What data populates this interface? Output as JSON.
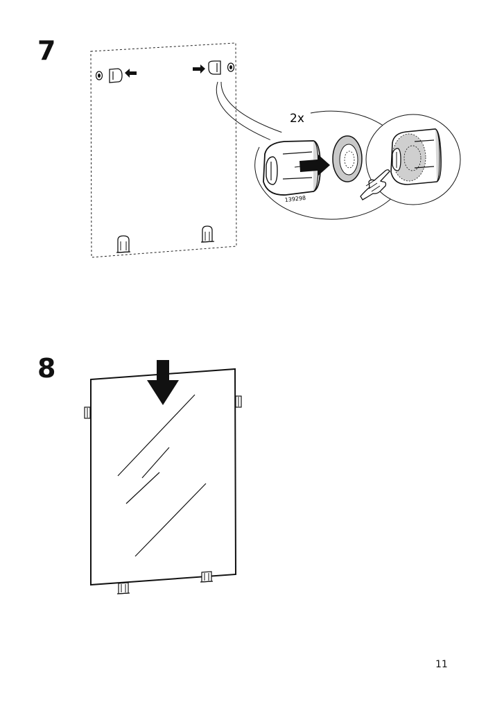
{
  "steps": [
    {
      "number": "7",
      "multiplier": "2x",
      "part_number": "139298"
    },
    {
      "number": "8"
    }
  ],
  "page_number": "11"
}
